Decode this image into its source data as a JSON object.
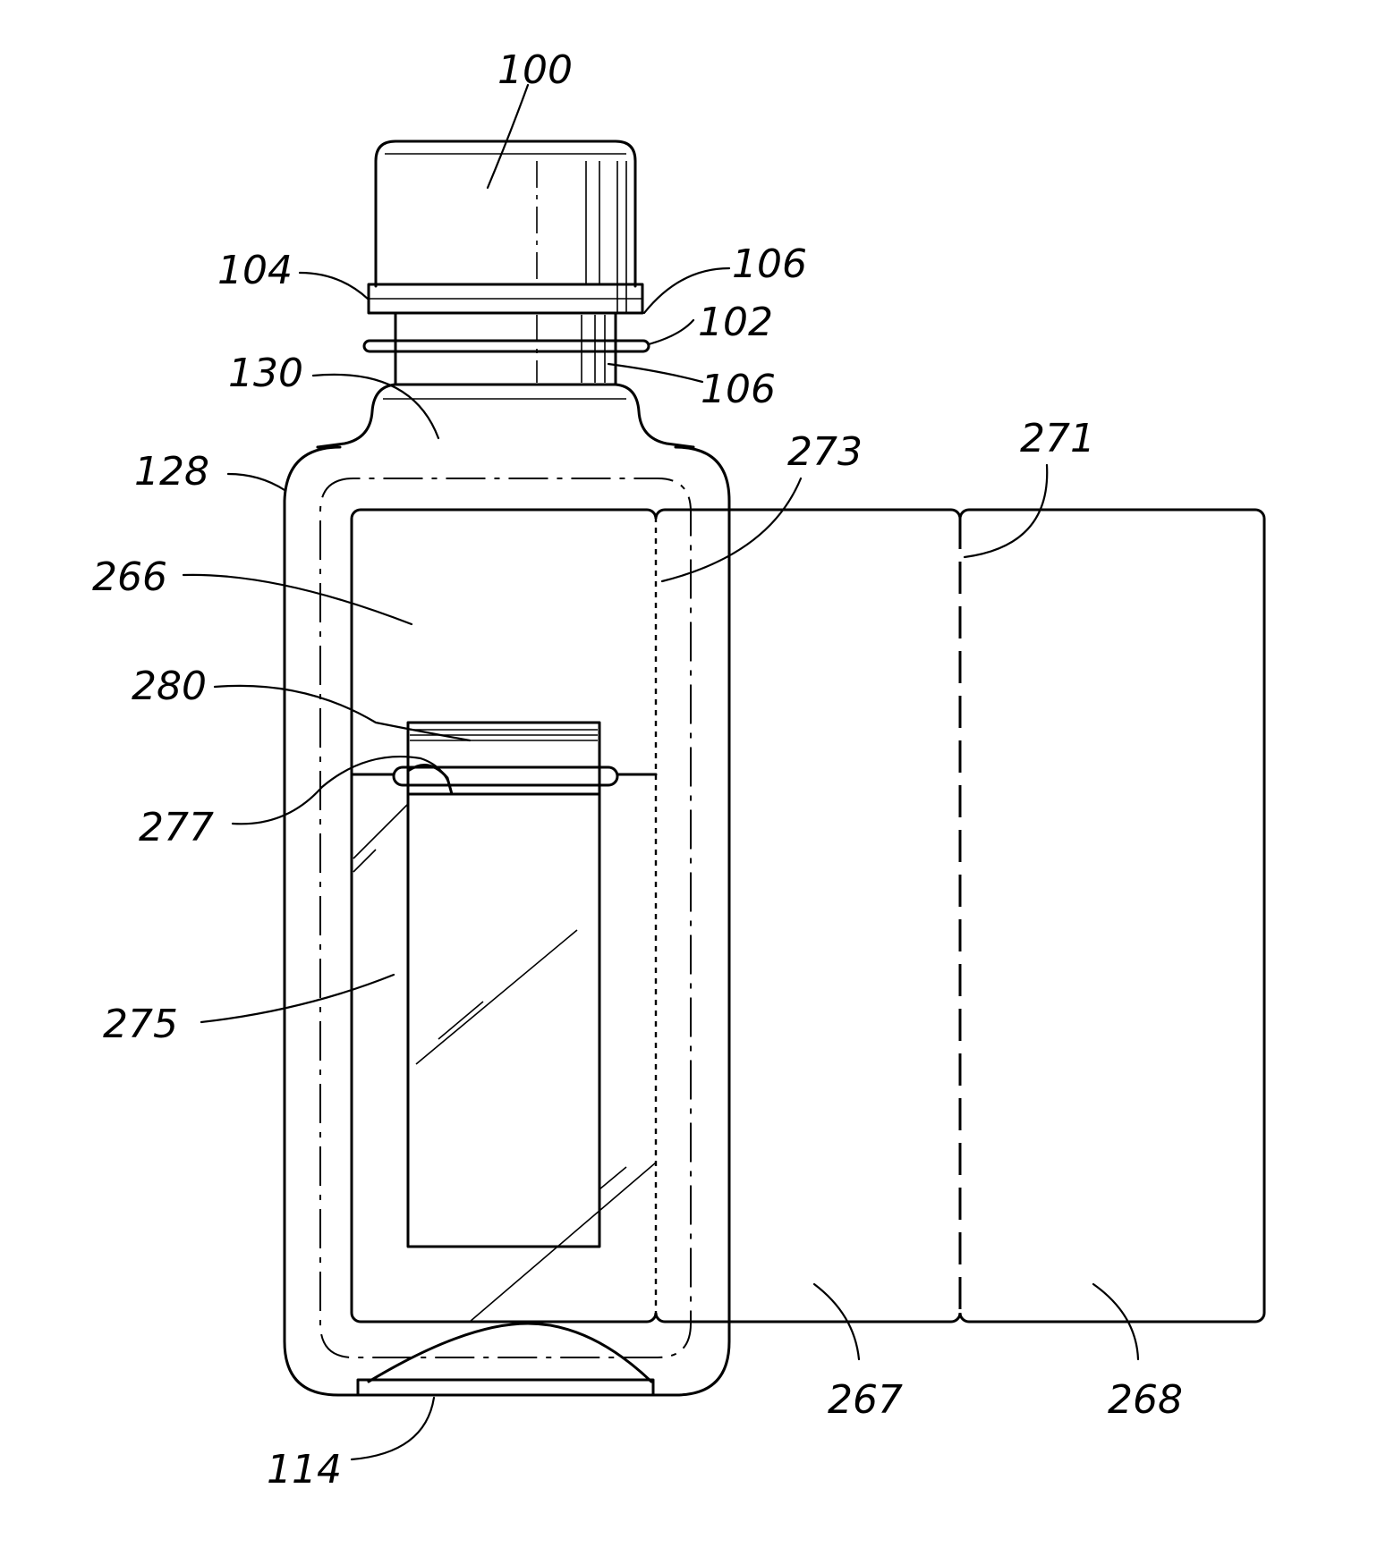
{
  "figure": {
    "labels": {
      "cap": "100",
      "neck_ring": "102",
      "cap_band": "104",
      "thread_upper": "106",
      "thread_lower": "106",
      "base": "114",
      "shoulder": "128",
      "neck": "130",
      "panel_front": "266",
      "panel_middle": "267",
      "panel_end": "268",
      "fold_line": "271",
      "perforation": "273",
      "window": "275",
      "slit": "277",
      "insert": "280"
    }
  }
}
